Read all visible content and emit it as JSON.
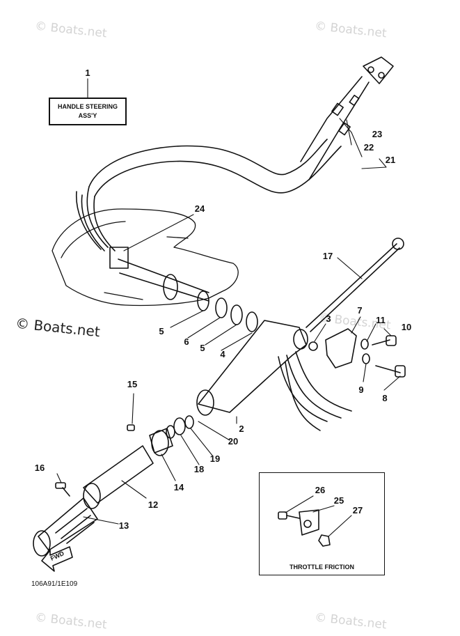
{
  "watermarks": {
    "top_left": "© Boats.net",
    "top_right": "© Boats.net",
    "middle_left": "© Boats.net",
    "middle_right": "© Boats.net",
    "bottom_left": "© Boats.net",
    "bottom_right": "© Boats.net"
  },
  "handle_box": {
    "line1": "HANDLE STEERING",
    "line2": "ASS'Y",
    "number": "1"
  },
  "friction_box": {
    "label": "THROTTLE FRICTION"
  },
  "fwd_label": "FWD",
  "part_code": "106A91/1E109",
  "callouts": {
    "c1": "1",
    "c2": "2",
    "c3": "3",
    "c4": "4",
    "c5a": "5",
    "c5b": "5",
    "c6": "6",
    "c7": "7",
    "c8": "8",
    "c9": "9",
    "c10": "10",
    "c11": "11",
    "c12": "12",
    "c13": "13",
    "c14": "14",
    "c15": "15",
    "c16": "16",
    "c17": "17",
    "c18": "18",
    "c19": "19",
    "c20": "20",
    "c21": "21",
    "c22": "22",
    "c23": "23",
    "c24": "24",
    "c25": "25",
    "c26": "26",
    "c27": "27"
  }
}
